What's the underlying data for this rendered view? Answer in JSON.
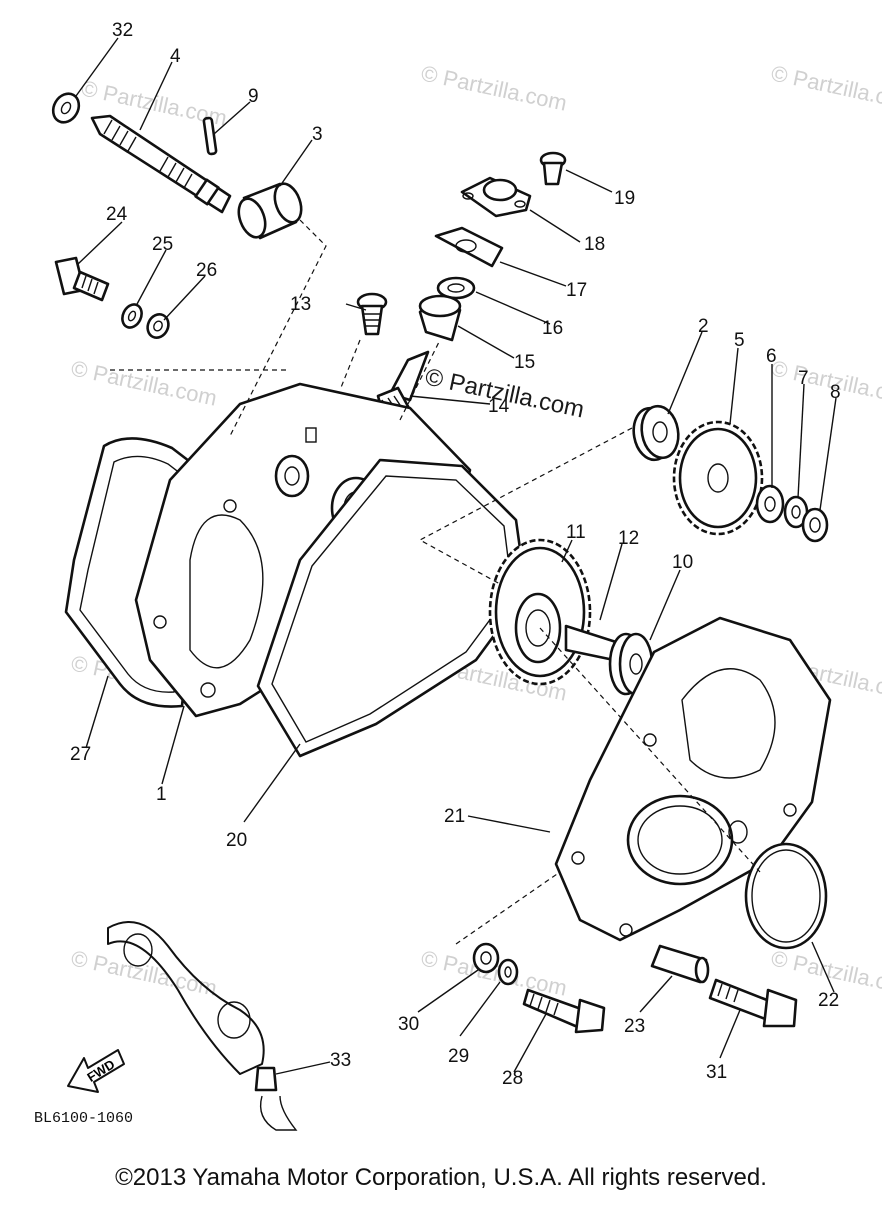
{
  "diagram": {
    "callouts": [
      "32",
      "4",
      "9",
      "3",
      "24",
      "25",
      "26",
      "19",
      "18",
      "17",
      "13",
      "16",
      "15",
      "14",
      "2",
      "5",
      "6",
      "7",
      "8",
      "11",
      "12",
      "10",
      "27",
      "1",
      "20",
      "21",
      "22",
      "30",
      "29",
      "28",
      "23",
      "31",
      "33"
    ],
    "watermark_main": "© Partzilla.com",
    "watermark_faint": "© Partzilla.com",
    "ref_code": "BL6100-1060",
    "fwd_label": "FWD",
    "copyright": "©2013  Yamaha Motor Corporation, U.S.A. All rights reserved."
  }
}
